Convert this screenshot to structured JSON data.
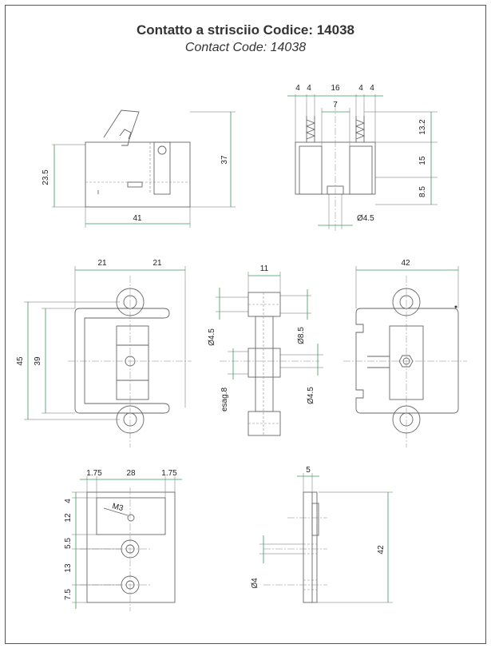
{
  "title": {
    "line1": "Contatto a strisciio Codice: 14038",
    "line2": "Contact Code: 14038"
  },
  "dimensions": {
    "front": {
      "width": "41",
      "height_body": "23.5",
      "height_total": "37"
    },
    "side": {
      "top_a": "4",
      "top_b": "4",
      "top_c": "16",
      "top_d": "4",
      "top_e": "4",
      "gap": "7",
      "h1": "13.2",
      "h2": "15",
      "h3": "8.5",
      "dia": "Ø4.5"
    },
    "plan": {
      "w1": "21",
      "w2": "21",
      "h_outer": "45",
      "h_inner": "39"
    },
    "section": {
      "width": "11",
      "d1": "Ø4.5",
      "d2": "Ø8.5",
      "hex": "esag.8",
      "d3": "Ø4.5"
    },
    "rear": {
      "width": "42"
    },
    "bottom": {
      "w1": "1.75",
      "w2": "28",
      "w3": "1.75",
      "thread": "M3",
      "v1": "4",
      "v2": "12",
      "v3": "5.5",
      "v4": "13",
      "v5": "7.5"
    },
    "edge": {
      "width": "5",
      "height": "42",
      "dia": "Ø4"
    }
  }
}
